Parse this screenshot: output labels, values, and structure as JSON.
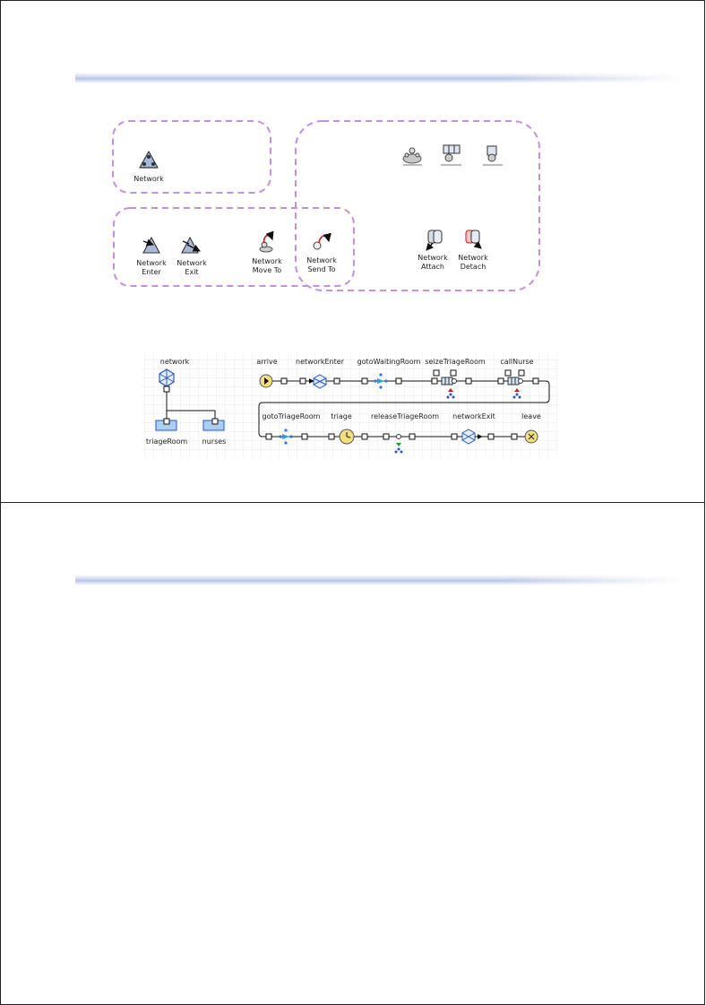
{
  "palette": {
    "group_border": "#c48ee6",
    "icon_blue": "#2a56c8",
    "icon_red": "#c81e1e",
    "grid": "#dddddd",
    "start_fill": "#f3df7c"
  },
  "palette_groups": {
    "network": {
      "items": [
        {
          "icon": "network-icon",
          "label": "Network"
        }
      ]
    },
    "movement": {
      "items": [
        {
          "icon": "network-enter-icon",
          "label1": "Network",
          "label2": "Enter"
        },
        {
          "icon": "network-exit-icon",
          "label1": "Network",
          "label2": "Exit"
        },
        {
          "icon": "network-move-to-icon",
          "label1": "Network",
          "label2": "Move To"
        },
        {
          "icon": "network-send-to-icon",
          "label1": "Network",
          "label2": "Send To"
        }
      ]
    },
    "resources": {
      "top_icons": [
        "network-resource-pool-icon",
        "network-resource-icon",
        "network-seize-icon"
      ],
      "items": [
        {
          "icon": "network-attach-icon",
          "label1": "Network",
          "label2": "Attach"
        },
        {
          "icon": "network-detach-icon",
          "label1": "Network",
          "label2": "Detach"
        }
      ]
    }
  },
  "flowchart": {
    "network_block": "network",
    "resources": [
      "triageRoom",
      "nurses"
    ],
    "row1": [
      "arrive",
      "networkEnter",
      "gotoWaitingRoom",
      "seizeTriageRoom",
      "callNurse"
    ],
    "row2": [
      "gotoTriageRoom",
      "triage",
      "releaseTriageRoom",
      "networkExit",
      "leave"
    ]
  }
}
